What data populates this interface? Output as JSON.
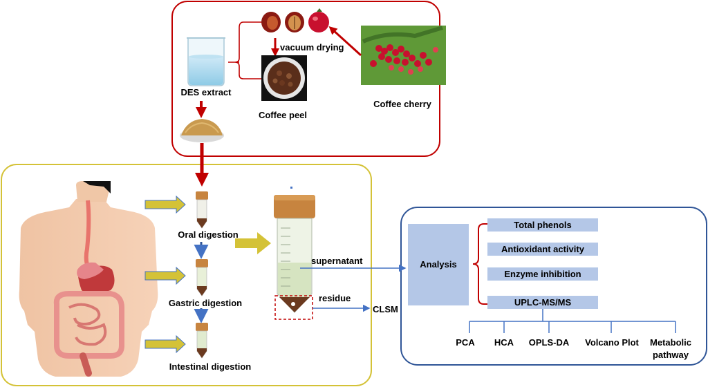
{
  "top_panel": {
    "des_extract": "DES extract",
    "coffee_peel": "Coffee peel",
    "coffee_cherry": "Coffee cherry",
    "vacuum_drying": "vacuum drying"
  },
  "digestion_panel": {
    "oral": "Oral digestion",
    "gastric": "Gastric digestion",
    "intestinal": "Intestinal digestion",
    "supernatant": "supernatant",
    "residue": "residue",
    "clsm": "CLSM"
  },
  "analysis_panel": {
    "analysis": "Analysis",
    "items": [
      "Total phenols",
      "Antioxidant activity",
      "Enzyme inhibition",
      "UPLC-MS/MS"
    ],
    "methods": [
      "PCA",
      "HCA",
      "OPLS-DA",
      "Volcano Plot"
    ],
    "metabolic_line1": "Metabolic",
    "metabolic_line2": "pathway"
  },
  "colors": {
    "red_border": "#c00000",
    "yellow_border": "#d4c237",
    "blue_border": "#2f5597",
    "box_fill": "#b4c7e7",
    "arrow_red": "#c00000",
    "arrow_blue": "#4472c4"
  }
}
